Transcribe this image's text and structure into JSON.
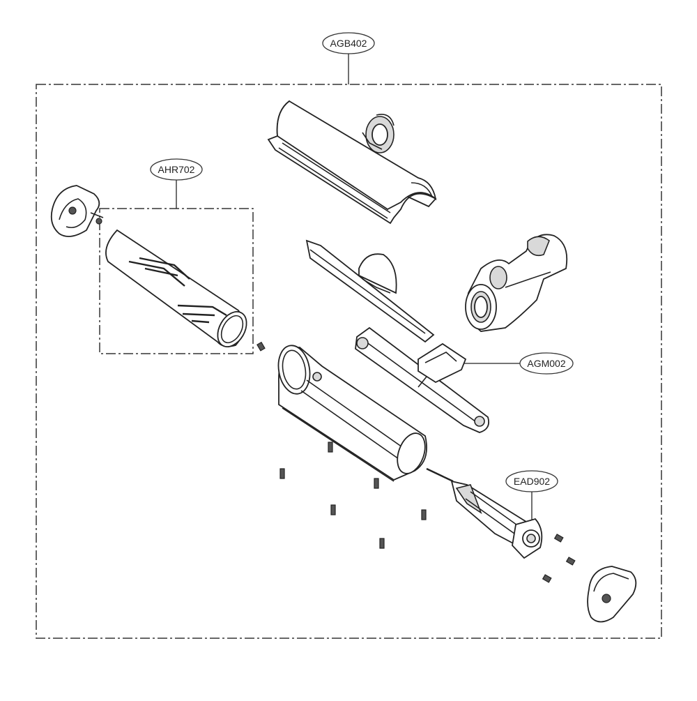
{
  "diagram": {
    "type": "exploded-parts-view",
    "callouts": {
      "main_assembly": "AGB402",
      "brush_roller": "AHR702",
      "gear_module": "AGM002",
      "motor": "EAD902"
    }
  }
}
